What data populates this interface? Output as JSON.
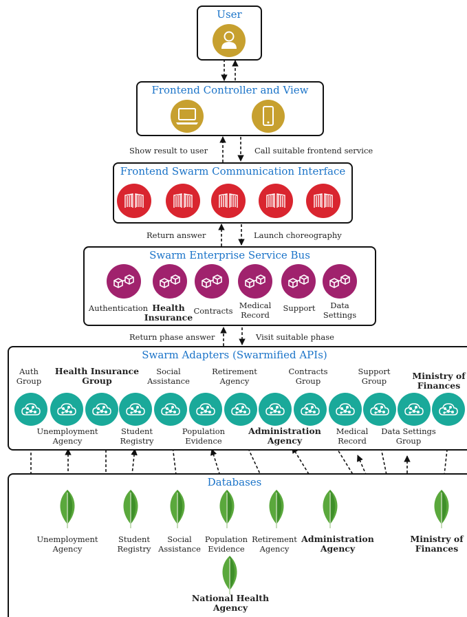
{
  "user": {
    "title": "User"
  },
  "frontend": {
    "title": "Frontend Controller and View"
  },
  "edge_labels": {
    "show_result": "Show result to user",
    "call_service": "Call suitable frontend service",
    "return_answer": "Return answer",
    "launch_choreography": "Launch choreography",
    "return_phase": "Return phase answer",
    "visit_phase": "Visit suitable phase"
  },
  "fsci": {
    "title": "Frontend Swarm Communication Interface"
  },
  "esb": {
    "title": "Swarm Enterprise Service Bus",
    "labels": [
      "Authentication",
      "Health\nInsurance",
      "Contracts",
      "Medical\nRecord",
      "Support",
      "Data\nSettings"
    ]
  },
  "adapters": {
    "title": "Swarm Adapters (Swarmified APIs)",
    "top_labels": [
      "Auth\nGroup",
      "Health Insurance\nGroup",
      "Social\nAssistance",
      "Retirement\nAgency",
      "Contracts\nGroup",
      "Support\nGroup",
      "Ministry of\nFinances"
    ],
    "bottom_labels": [
      "Unemployment\nAgency",
      "Student\nRegistry",
      "Population\nEvidence",
      "Administration\nAgency",
      "Medical\nRecord",
      "Data Settings\nGroup"
    ]
  },
  "databases": {
    "title": "Databases",
    "labels": [
      "Unemployment\nAgency",
      "Student\nRegistry",
      "Social\nAssistance",
      "Population\nEvidence",
      "Retirement\nAgency",
      "Administration\nAgency",
      "Ministry of\nFinances",
      "National Health\nAgency"
    ]
  },
  "colors": {
    "title_blue": "#1a73c8",
    "gold": "#c7a02f",
    "red": "#d9252f",
    "purple": "#a0226d",
    "teal": "#1aa99a",
    "leaf_green": "#5aa83c"
  },
  "icons": {
    "user": "user-icon",
    "frontend": [
      "laptop-icon",
      "smartphone-icon"
    ],
    "fsci": "gate-icon",
    "esb": "hexagon-cubes-icon",
    "adapters": "swarm-network-icon",
    "databases": "mongodb-leaf-icon"
  }
}
